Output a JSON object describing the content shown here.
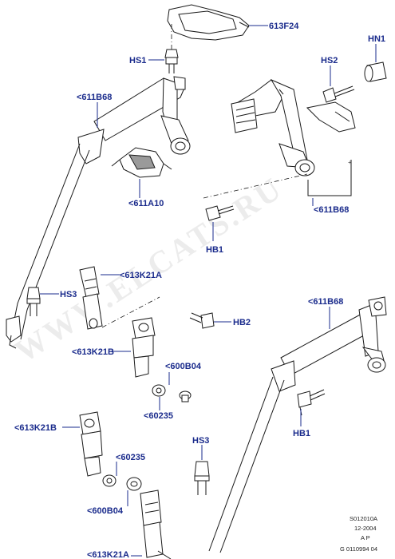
{
  "watermark": "WWW.ELCATS.RU",
  "callouts": {
    "c613f24": "613F24",
    "hn1": "HN1",
    "hs1": "HS1",
    "hs2": "HS2",
    "c611b68_top": "<611B68",
    "c611a10": "<611A10",
    "c611b68_right": "<611B68",
    "hb1_top": "HB1",
    "hs3_left": "HS3",
    "c613k21a_top": "<613K21A",
    "hb2": "HB2",
    "c613k21b_mid": "<613K21B",
    "c600b04_mid": "<600B04",
    "c60235_mid": "<60235",
    "c611b68_low": "<611B68",
    "hb1_low": "HB1",
    "c613k21b_low": "<613K21B",
    "c60235_low": "<60235",
    "hs3_low": "HS3",
    "c600b04_low": "<600B04",
    "c613k21a_low": "<613K21A"
  },
  "reference": {
    "line1": "S012010A",
    "line2": "12-2004",
    "line3": "A P",
    "line4": "G 0110994 04"
  }
}
